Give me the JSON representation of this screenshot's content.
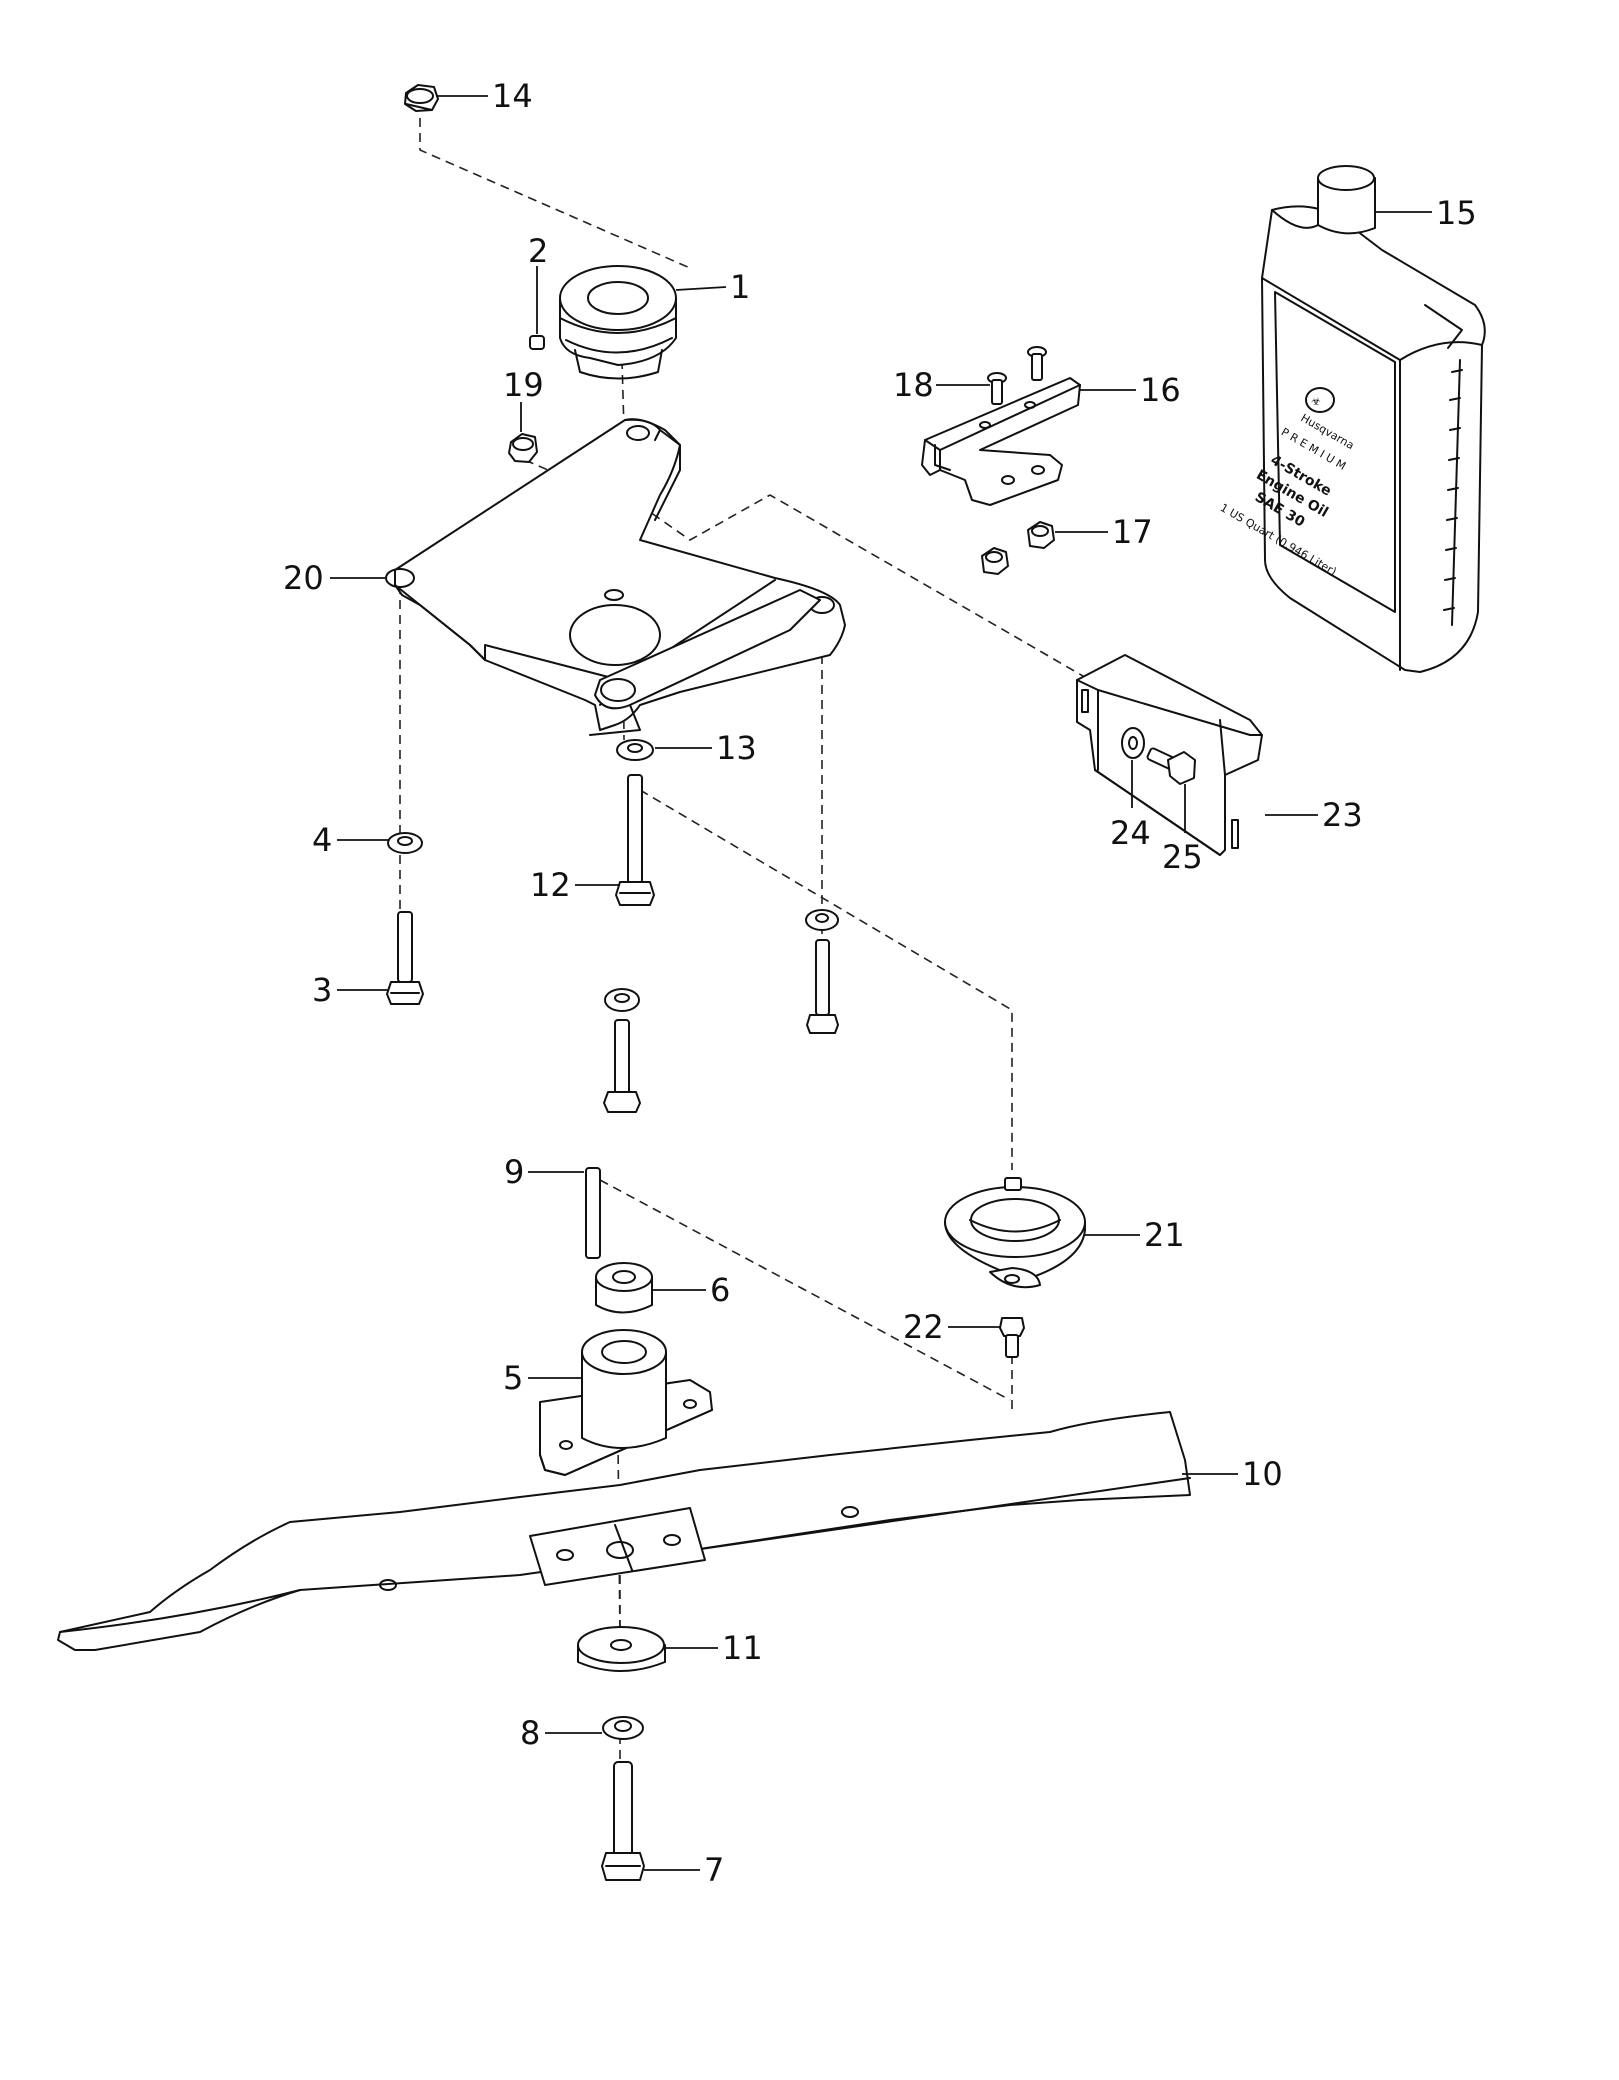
{
  "callouts": [
    {
      "id": "1",
      "label": "1"
    },
    {
      "id": "2",
      "label": "2"
    },
    {
      "id": "3",
      "label": "3"
    },
    {
      "id": "4",
      "label": "4"
    },
    {
      "id": "5",
      "label": "5"
    },
    {
      "id": "6",
      "label": "6"
    },
    {
      "id": "7",
      "label": "7"
    },
    {
      "id": "8",
      "label": "8"
    },
    {
      "id": "9",
      "label": "9"
    },
    {
      "id": "10",
      "label": "10"
    },
    {
      "id": "11",
      "label": "11"
    },
    {
      "id": "12",
      "label": "12"
    },
    {
      "id": "13",
      "label": "13"
    },
    {
      "id": "14",
      "label": "14"
    },
    {
      "id": "15",
      "label": "15"
    },
    {
      "id": "16",
      "label": "16"
    },
    {
      "id": "17",
      "label": "17"
    },
    {
      "id": "18",
      "label": "18"
    },
    {
      "id": "19",
      "label": "19"
    },
    {
      "id": "20",
      "label": "20"
    },
    {
      "id": "21",
      "label": "21"
    },
    {
      "id": "22",
      "label": "22"
    },
    {
      "id": "23",
      "label": "23"
    },
    {
      "id": "24",
      "label": "24"
    },
    {
      "id": "25",
      "label": "25"
    }
  ],
  "oil_bottle": {
    "brand_lines": [
      "Husqvarna",
      "P R E M I U M"
    ],
    "product_lines": [
      "4-Stroke",
      "Engine Oil",
      "SAE 30"
    ],
    "volume": "1 US Quart (0.946 Liter)"
  }
}
